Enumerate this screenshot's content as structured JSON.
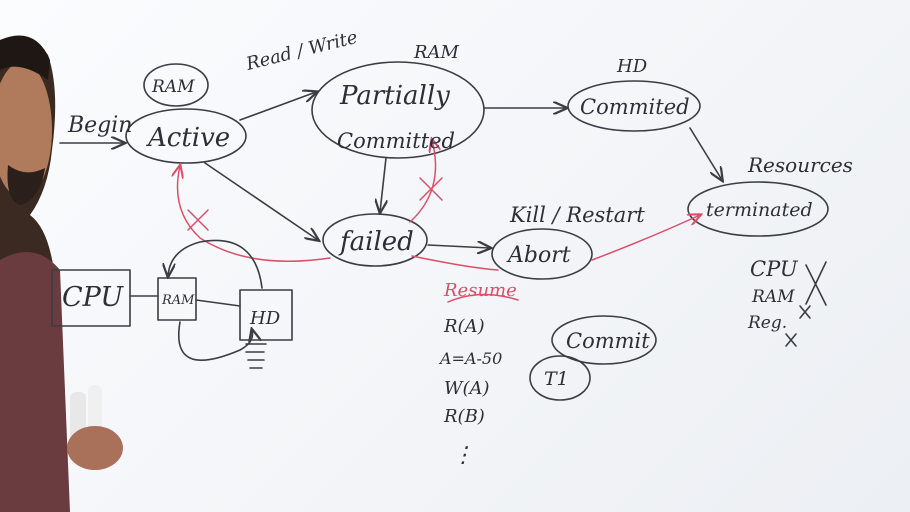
{
  "labels": {
    "begin": "Begin",
    "ram_active": "RAM",
    "read_write": "Read / Write",
    "ram_partial": "RAM",
    "hd_committed": "HD",
    "resources": "Resources",
    "kill_restart": "Kill / Restart",
    "resume": "Resume"
  },
  "states": {
    "active": "Active",
    "partially": "Partially",
    "committed_word": "Committed",
    "committed_state": "Commited",
    "terminated": "terminated",
    "failed": "failed",
    "abort": "Abort",
    "commit": "Commit",
    "t1": "T1"
  },
  "resources_list": {
    "cpu": "CPU",
    "ram": "RAM",
    "reg": "Reg."
  },
  "hardware": {
    "cpu": "CPU",
    "ram": "RAM",
    "hd": "HD"
  },
  "ops": [
    "R(A)",
    "A=A-50",
    "W(A)",
    "R(B)",
    "⋮"
  ],
  "colors": {
    "ink": "#3a3d44",
    "red": "#d8506a",
    "board": "#f5f7fa"
  }
}
